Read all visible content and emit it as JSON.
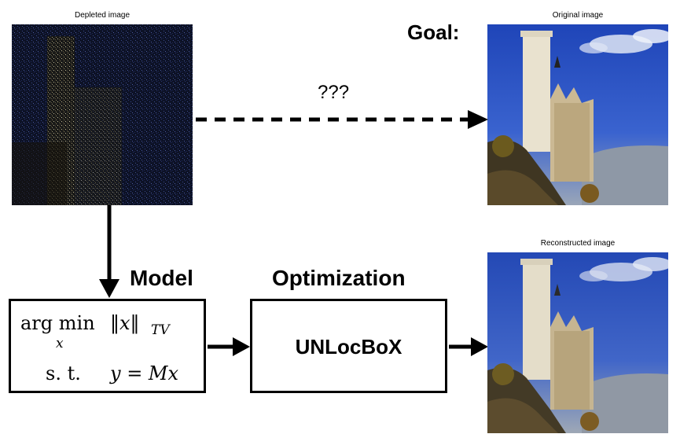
{
  "captions": {
    "depleted": "Depleted image",
    "original": "Original image",
    "reconstructed": "Reconstructed image"
  },
  "labels": {
    "goal": "Goal:",
    "unknown": "???",
    "model": "Model",
    "optimization": "Optimization"
  },
  "model_box": {
    "argmin": "arg min",
    "sub": "x",
    "norm": "‖x‖",
    "tv": "TV",
    "st": "s. t.",
    "constraint": "y = Mx"
  },
  "optimizer": {
    "name": "UNLocBoX"
  }
}
